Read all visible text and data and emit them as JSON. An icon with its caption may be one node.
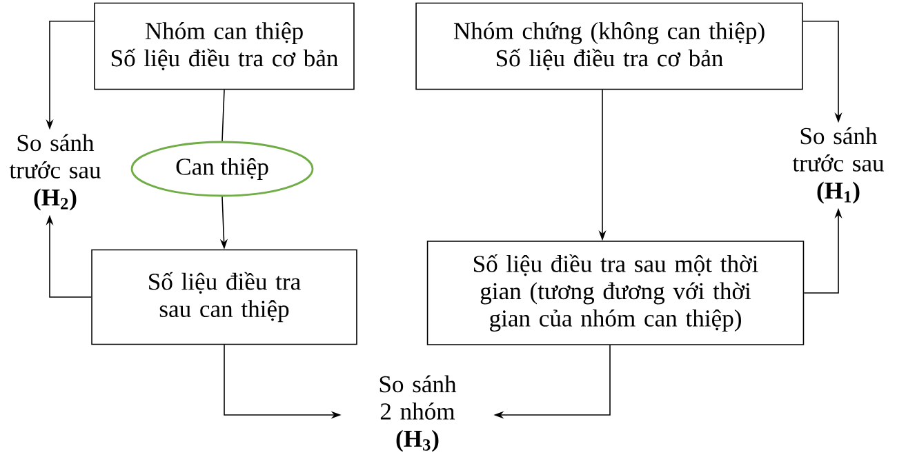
{
  "diagram": {
    "nodes": [
      {
        "text": [
          "Nhóm can thiệp",
          "Số liệu điều tra cơ bản"
        ]
      },
      {
        "text": [
          "Nhóm chứng (không can thiệp)",
          "Số liệu điều tra cơ bản"
        ]
      },
      {
        "text": [
          "Can thiệp"
        ]
      },
      {
        "text": [
          "Số liệu điều tra sau can thiệp"
        ]
      },
      {
        "text": [
          "Số liệu điều tra sau một thời gian (tương đương với thời gian của nhóm can thiệp)"
        ]
      },
      {
        "text": [
          "So sánh trước sau",
          "(H$_{2}$)"
        ]
      },
      {
        "text": [
          "So sánh trước sau",
          "(H$_{1}$)"
        ]
      },
      {
        "text": [
          "So sánh 2 nhóm",
          "(H$_{3}$)"
        ]
      }
    ],
    "edges": [
      {
        "from": 0,
        "to": 5,
        "arrow": "to"
      },
      {
        "from": 3,
        "to": 5,
        "arrow": "to"
      },
      {
        "from": 0,
        "to": 2,
        "arrow": "none"
      },
      {
        "from": 2,
        "to": 3,
        "arrow": "to"
      },
      {
        "from": 1,
        "to": 4,
        "arrow": "to"
      },
      {
        "from": 1,
        "to": 6,
        "arrow": "to"
      },
      {
        "from": 4,
        "to": 6,
        "arrow": "to"
      },
      {
        "from": 3,
        "to": 7,
        "arrow": "to"
      },
      {
        "from": 4,
        "to": 7,
        "arrow": "to"
      }
    ]
  }
}
